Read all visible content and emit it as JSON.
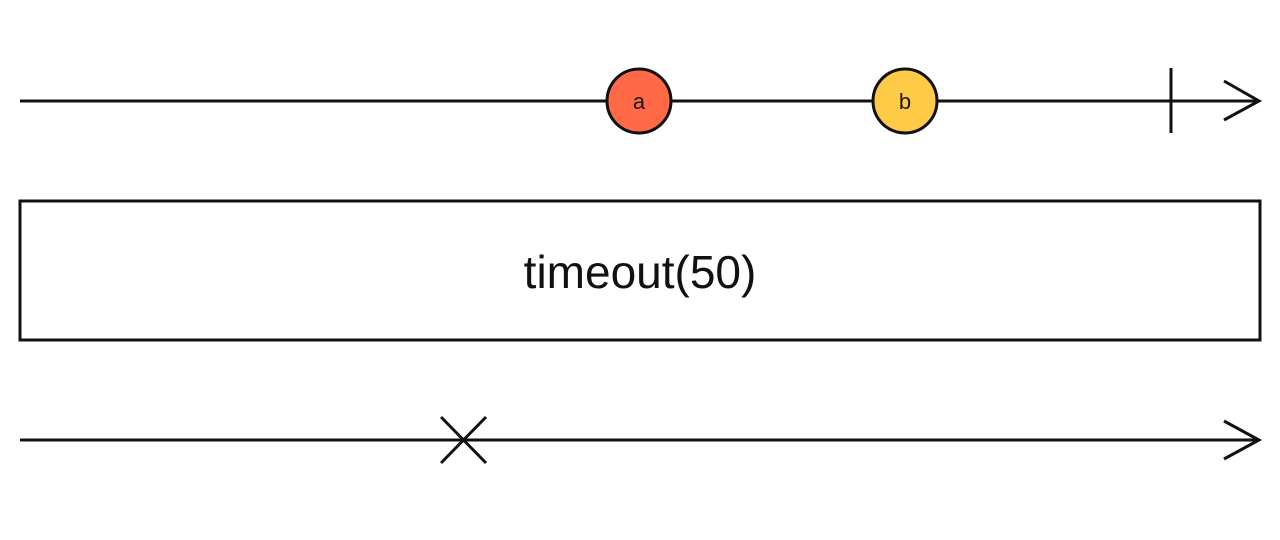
{
  "diagram": {
    "operator": {
      "label": "timeout(50)"
    },
    "input_stream": {
      "events": [
        {
          "label": "a",
          "color": "#ff6946"
        },
        {
          "label": "b",
          "color": "#ffcb46"
        }
      ],
      "ends_with": "completion"
    },
    "output_stream": {
      "ends_with": "error"
    },
    "colors": {
      "stroke": "#111111",
      "background": "#ffffff"
    }
  }
}
